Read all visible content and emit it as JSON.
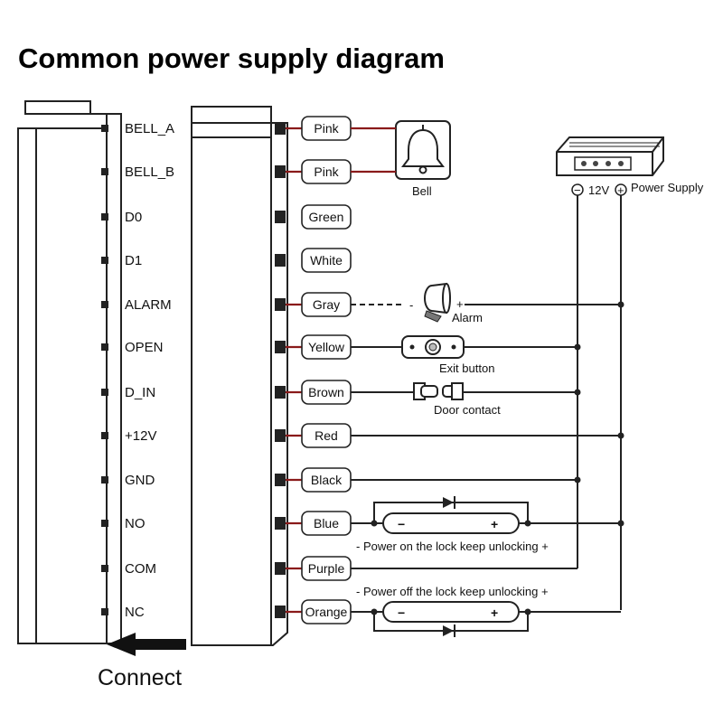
{
  "title": "Common power supply diagram",
  "pins": [
    "BELL_A",
    "BELL_B",
    "D0",
    "D1",
    "ALARM",
    "OPEN",
    "D_IN",
    "+12V",
    "GND",
    "NO",
    "COM",
    "NC"
  ],
  "wires": [
    "Pink",
    "Pink",
    "Green",
    "White",
    "Gray",
    "Yellow",
    "Brown",
    "Red",
    "Black",
    "Blue",
    "Purple",
    "Orange"
  ],
  "devices": {
    "bell": "Bell",
    "alarm": "Alarm",
    "alarm_minus": "-",
    "alarm_plus": "+",
    "exit_button": "Exit button",
    "door_contact": "Door contact",
    "power_supply": "Power Supply",
    "ps_voltage": "12V",
    "ps_minus": "−",
    "ps_plus": "+"
  },
  "lock": {
    "minus": "−",
    "plus": "+",
    "power_on_text": "- Power on the lock keep unlocking +",
    "power_off_text": "- Power off the lock keep unlocking +"
  },
  "connect_label": "Connect"
}
